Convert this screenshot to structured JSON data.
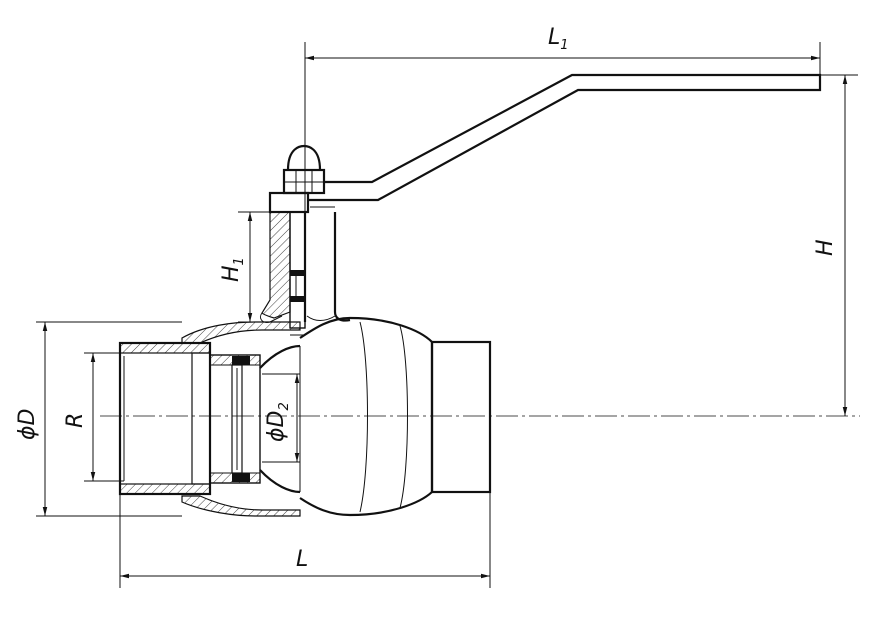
{
  "labels": {
    "L1": "L",
    "L1_sub": "1",
    "H": "H",
    "H1": "H",
    "H1_sub": "1",
    "D": "ϕD",
    "R": "R",
    "D2": "ϕD",
    "D2_sub": "2",
    "L": "L"
  }
}
